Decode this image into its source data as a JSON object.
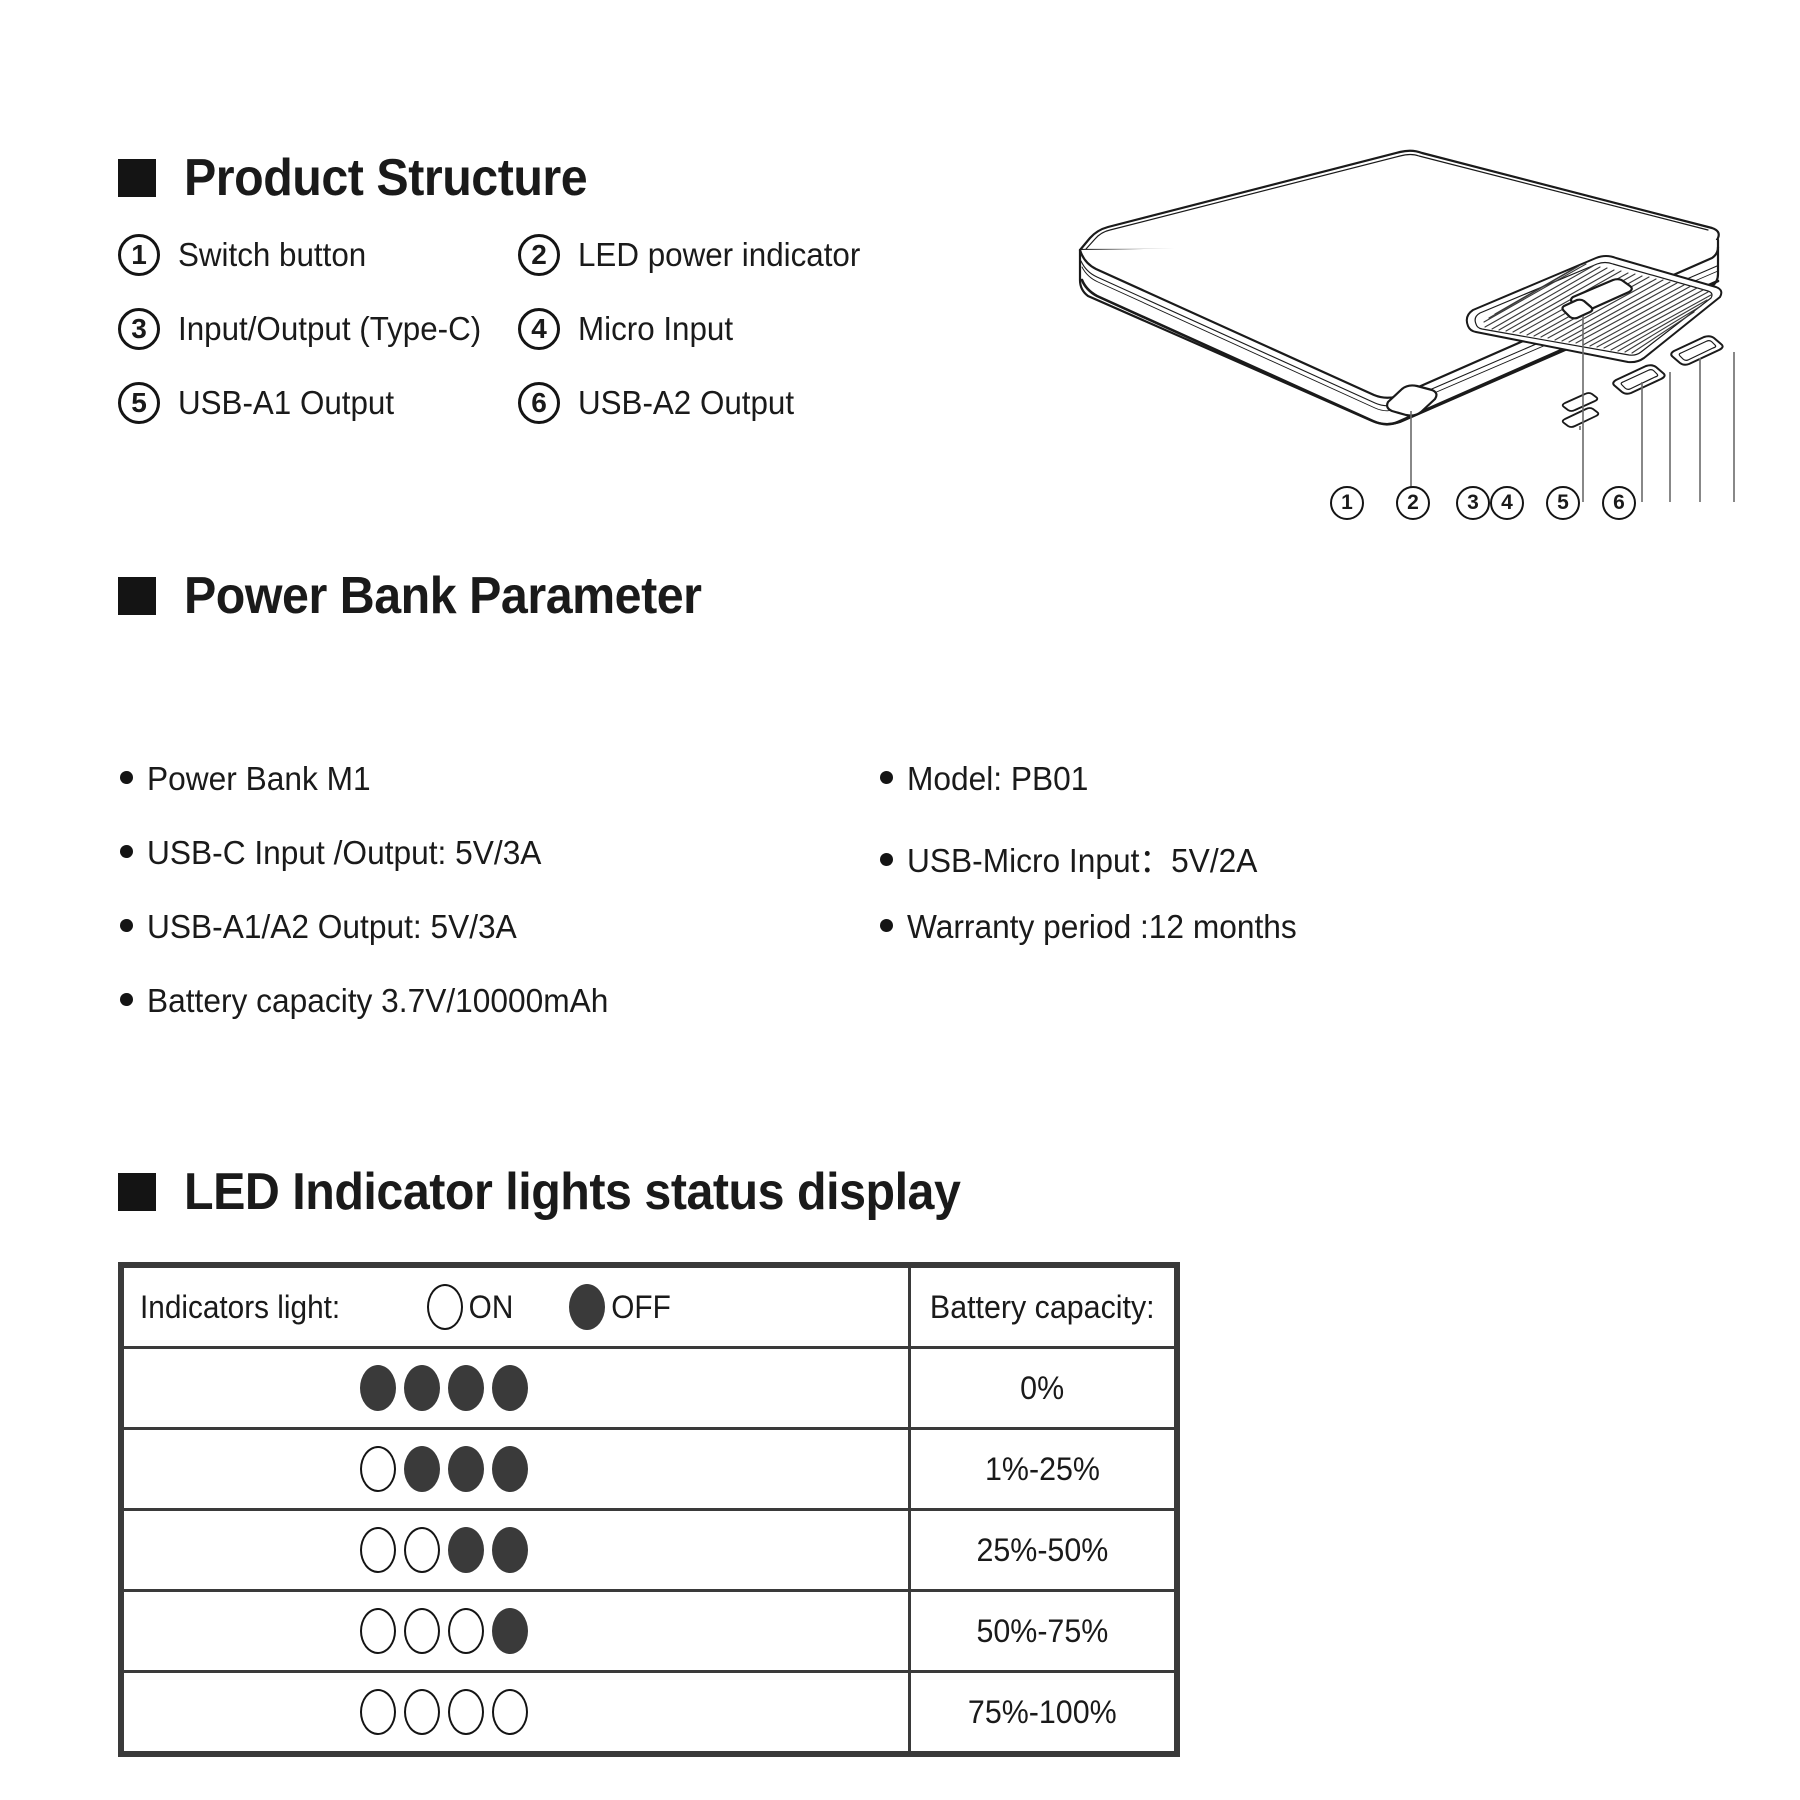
{
  "sections": {
    "product_structure": {
      "title": "Product Structure",
      "items": [
        {
          "num": "1",
          "label": "Switch button"
        },
        {
          "num": "2",
          "label": "LED power indicator"
        },
        {
          "num": "3",
          "label": "Input/Output (Type-C)"
        },
        {
          "num": "4",
          "label": "Micro Input"
        },
        {
          "num": "5",
          "label": "USB-A1 Output"
        },
        {
          "num": "6",
          "label": "USB-A2 Output"
        }
      ],
      "callouts": [
        "1",
        "2",
        "3",
        "4",
        "5",
        "6"
      ]
    },
    "power_bank_parameter": {
      "title": "Power Bank Parameter",
      "left_items": [
        "Power Bank M1",
        "USB-C Input /Output: 5V/3A",
        "USB-A1/A2 Output: 5V/3A",
        "Battery capacity 3.7V/10000mAh"
      ],
      "right_items": [
        "Model: PB01",
        "USB-Micro Input：5V/2A",
        "Warranty period :12 months"
      ]
    },
    "led_status": {
      "title": "LED Indicator lights status display",
      "table": {
        "header_label": "Indicators light:",
        "on_label": "ON",
        "off_label": "OFF",
        "capacity_header": "Battery capacity:",
        "rows": [
          {
            "lamps": [
              "off",
              "off",
              "off",
              "off"
            ],
            "capacity": "0%"
          },
          {
            "lamps": [
              "on",
              "off",
              "off",
              "off"
            ],
            "capacity": "1%-25%"
          },
          {
            "lamps": [
              "on",
              "on",
              "off",
              "off"
            ],
            "capacity": "25%-50%"
          },
          {
            "lamps": [
              "on",
              "on",
              "on",
              "off"
            ],
            "capacity": "50%-75%"
          },
          {
            "lamps": [
              "on",
              "on",
              "on",
              "on"
            ],
            "capacity": "75%-100%"
          }
        ]
      }
    }
  },
  "colors": {
    "ink": "#141414",
    "rule": "#3a3a3a",
    "background": "#ffffff"
  }
}
